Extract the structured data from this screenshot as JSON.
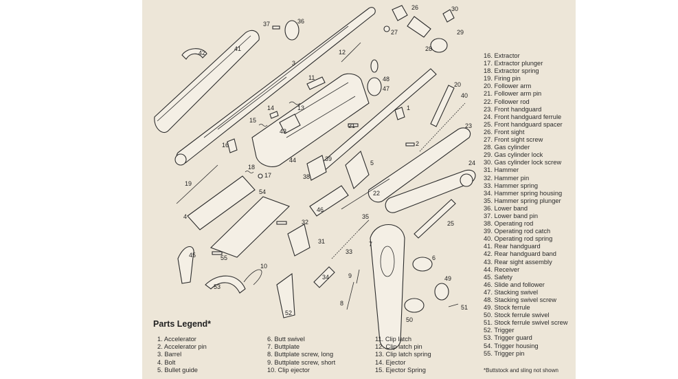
{
  "legend": {
    "title": "Parts Legend*",
    "columns": [
      [
        "1. Accelerator",
        "2. Accelerator pin",
        "3. Barrel",
        "4. Bolt",
        "5. Bullet guide"
      ],
      [
        "6. Butt swivel",
        "7. Buttplate",
        "8. Buttplate screw, long",
        "9. Buttplate screw, short",
        "10. Clip ejector"
      ],
      [
        "11. Clip latch",
        "12. Clip latch pin",
        "13. Clip latch spring",
        "14. Ejector",
        "15. Ejector Spring"
      ]
    ],
    "right_column": [
      "16. Extractor",
      "17. Extractor plunger",
      "18. Extractor spring",
      "19. Firing pin",
      "20. Follower arm",
      "21. Follower arm pin",
      "22. Follower rod",
      "23. Front handguard",
      "24. Front handguard ferrule",
      "25. Front handguard spacer",
      "26. Front sight",
      "27. Front sight screw",
      "28. Gas cylinder",
      "29. Gas cylinder lock",
      "30. Gas cylinder lock screw",
      "31. Hammer",
      "32. Hammer pin",
      "33. Hammer spring",
      "34. Hammer spring housing",
      "35. Hammer spring plunger",
      "36. Lower band",
      "37. Lower band pin",
      "38. Operating rod",
      "39. Operating rod catch",
      "40. Operating rod spring",
      "41. Rear handguard",
      "42. Rear handguard band",
      "43. Rear sight assembly",
      "44. Receiver",
      "45. Safety",
      "46. Slide and follower",
      "47. Stacking swivel",
      "48. Stacking swivel screw",
      "49. Stock ferrule",
      "50. Stock ferrule swivel",
      "51. Stock ferrule swivel screw",
      "52. Trigger",
      "53. Trigger guard",
      "54. Trigger housing",
      "55. Trigger pin"
    ],
    "footnote": "*Buttstock and sling not shown"
  },
  "diagram": {
    "callouts": [
      "1",
      "2",
      "3",
      "4",
      "5",
      "6",
      "7",
      "8",
      "9",
      "10",
      "11",
      "12",
      "13",
      "14",
      "15",
      "16",
      "17",
      "18",
      "19",
      "20",
      "21",
      "22",
      "23",
      "24",
      "25",
      "26",
      "27",
      "28",
      "29",
      "30",
      "31",
      "32",
      "33",
      "34",
      "35",
      "36",
      "37",
      "38",
      "39",
      "40",
      "41",
      "42",
      "43",
      "44",
      "45",
      "46",
      "47",
      "48",
      "49",
      "50",
      "51",
      "52",
      "53",
      "54",
      "55"
    ]
  }
}
